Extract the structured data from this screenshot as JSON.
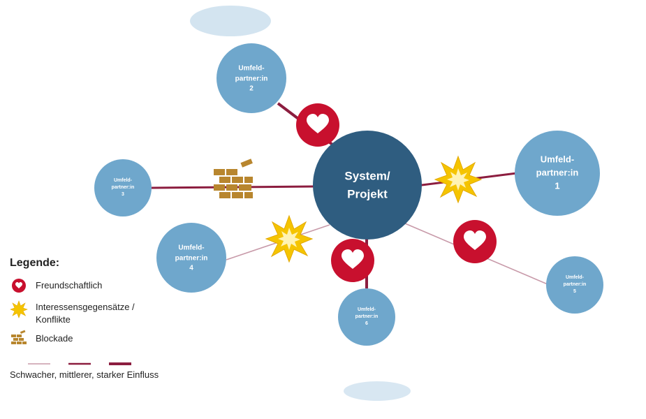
{
  "diagram": {
    "center": {
      "line1": "System/",
      "line2": "Projekt"
    },
    "partners": [
      {
        "id": "p1",
        "line1": "Umfeld-",
        "line2": "partner:in",
        "line3": "1"
      },
      {
        "id": "p2",
        "line1": "Umfeld-",
        "line2": "partner:in",
        "line3": "2"
      },
      {
        "id": "p3",
        "line1": "Umfeld-",
        "line2": "partner:in",
        "line3": "3"
      },
      {
        "id": "p4",
        "line1": "Umfeld-",
        "line2": "partner:in",
        "line3": "4"
      },
      {
        "id": "p5",
        "line1": "Umfeld-",
        "line2": "partner:in",
        "line3": "5"
      },
      {
        "id": "p6",
        "line1": "Umfeld-",
        "line2": "partner:in",
        "line3": "6"
      }
    ],
    "relations": [
      {
        "partner": "p1",
        "type": "conflict",
        "strength": "medium"
      },
      {
        "partner": "p2",
        "type": "friendly",
        "strength": "strong"
      },
      {
        "partner": "p3",
        "type": "blockade",
        "strength": "medium"
      },
      {
        "partner": "p4",
        "type": "conflict",
        "strength": "weak"
      },
      {
        "partner": "p5",
        "type": "friendly",
        "strength": "weak"
      },
      {
        "partner": "p6",
        "type": "friendly",
        "strength": "strong"
      }
    ]
  },
  "legend": {
    "title": "Legende:",
    "friendly": "Freundschaftlich",
    "conflict_line1": "Interessensgegensätze /",
    "conflict_line2": "Konflikte",
    "blockade": "Blockade",
    "influence": "Schwacher, mittlerer, starker Einfluss"
  },
  "colors": {
    "node": "#6fa7cc",
    "center": "#2f5d80",
    "line": "#8c1d3f",
    "line_weak": "#c89aa9",
    "heart_bg": "#c8102e",
    "burst": "#f5c400",
    "brick": "#b8862e"
  }
}
